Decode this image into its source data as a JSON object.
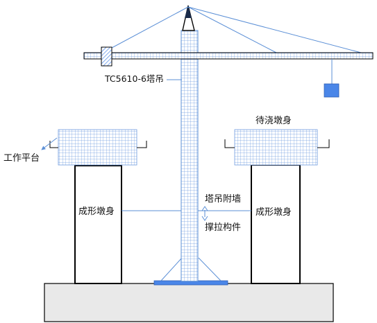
{
  "labels": {
    "crane_model": "TC5610-6塔吊",
    "work_platform": "工作平台",
    "pier_to_pour": "待浇墩身",
    "formed_pier_left": "成形墩身",
    "formed_pier_right": "成形墩身",
    "tie_line1": "塔吊附墙",
    "tie_line2": "撑拉构件"
  },
  "colors": {
    "line_blue": "#5b8fd6",
    "grid_blue": "#6f9be0",
    "hook_block": "#4a86e8",
    "outline": "#000000",
    "base_fill": "#e9e9e9"
  }
}
